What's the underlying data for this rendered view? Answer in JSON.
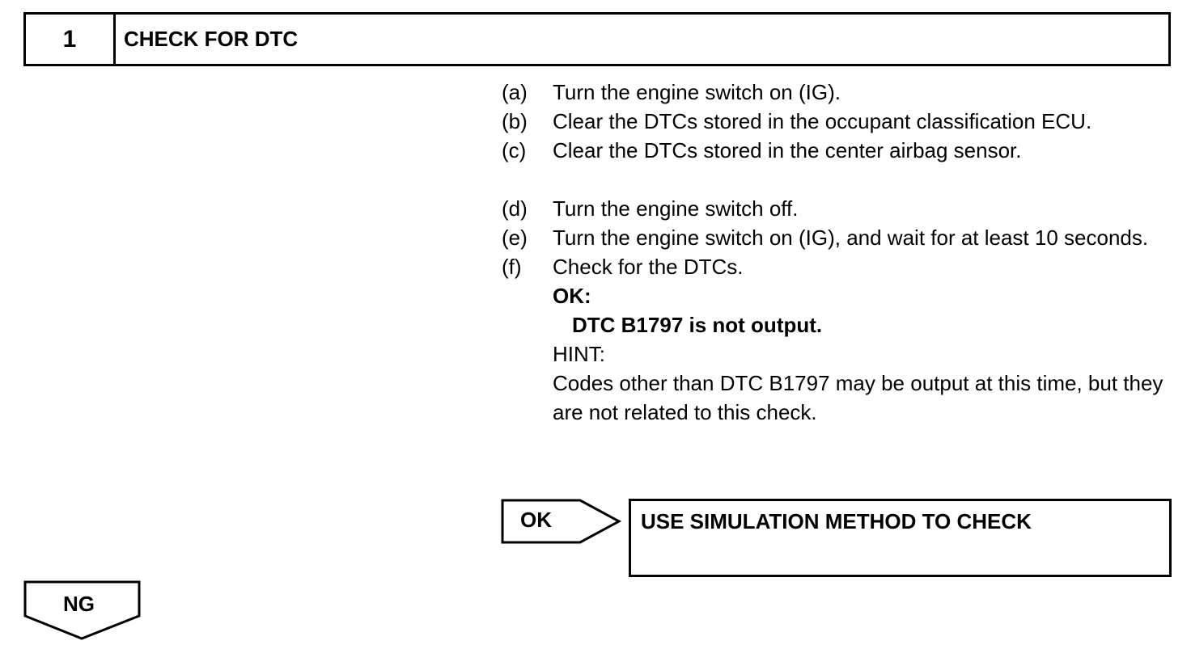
{
  "header": {
    "step_number": "1",
    "title": "CHECK FOR DTC"
  },
  "steps": [
    {
      "letter": "(a)",
      "text": "Turn the engine switch on (IG)."
    },
    {
      "letter": "(b)",
      "text": "Clear the DTCs stored in the occupant classification ECU."
    },
    {
      "letter": "(c)",
      "text": "Clear the DTCs stored in the center airbag sensor."
    },
    {
      "letter": "(d)",
      "text": "Turn the engine switch off."
    },
    {
      "letter": "(e)",
      "text": "Turn the engine switch on (IG), and wait for at least 10 seconds."
    },
    {
      "letter": "(f)",
      "text": "Check for the DTCs."
    }
  ],
  "result": {
    "ok_label": "OK:",
    "ok_text": "DTC B1797 is not output.",
    "hint_label": "HINT:",
    "hint_text": "Codes other than DTC B1797 may be output at this time, but they are not related to this check."
  },
  "ok_branch": {
    "label": "OK",
    "action": "USE SIMULATION METHOD TO CHECK"
  },
  "ng_branch": {
    "label": "NG"
  }
}
